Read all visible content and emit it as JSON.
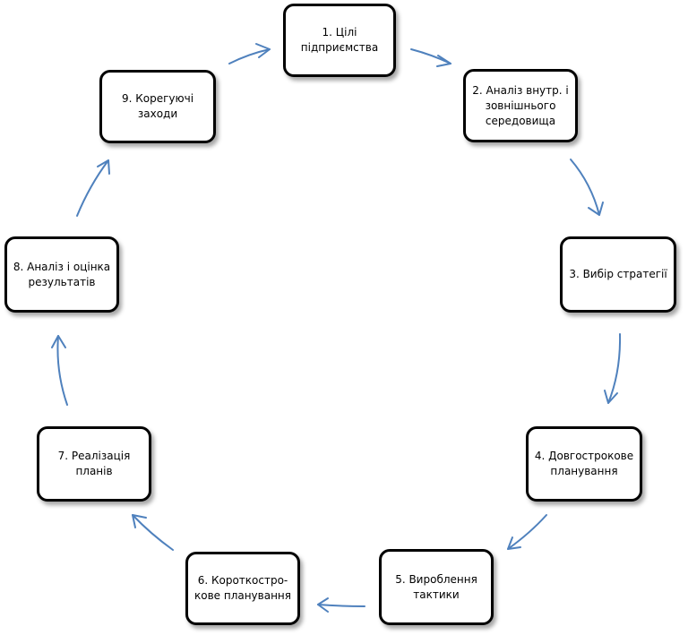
{
  "diagram": {
    "stroke_color": "#4f81bd",
    "border_color": "#000000",
    "nodes": [
      {
        "id": "n1",
        "label": "1. Цілі підприємства"
      },
      {
        "id": "n2",
        "label": "2. Аналіз внутр. і зовнішнього середовища"
      },
      {
        "id": "n3",
        "label": "3. Вибір стратегії"
      },
      {
        "id": "n4",
        "label": "4. Довгострокове планування"
      },
      {
        "id": "n5",
        "label": "5. Вироблення тактики"
      },
      {
        "id": "n6",
        "label": "6. Короткостро-кове планування"
      },
      {
        "id": "n7",
        "label": "7. Реалізація планів"
      },
      {
        "id": "n8",
        "label": "8. Аналіз і оцінка результатів"
      },
      {
        "id": "n9",
        "label": "9. Корегуючі заходи"
      }
    ],
    "edges": [
      {
        "from": "n1",
        "to": "n2"
      },
      {
        "from": "n2",
        "to": "n3"
      },
      {
        "from": "n3",
        "to": "n4"
      },
      {
        "from": "n4",
        "to": "n5"
      },
      {
        "from": "n5",
        "to": "n6"
      },
      {
        "from": "n6",
        "to": "n7"
      },
      {
        "from": "n7",
        "to": "n8"
      },
      {
        "from": "n8",
        "to": "n9"
      },
      {
        "from": "n9",
        "to": "n1"
      }
    ]
  }
}
